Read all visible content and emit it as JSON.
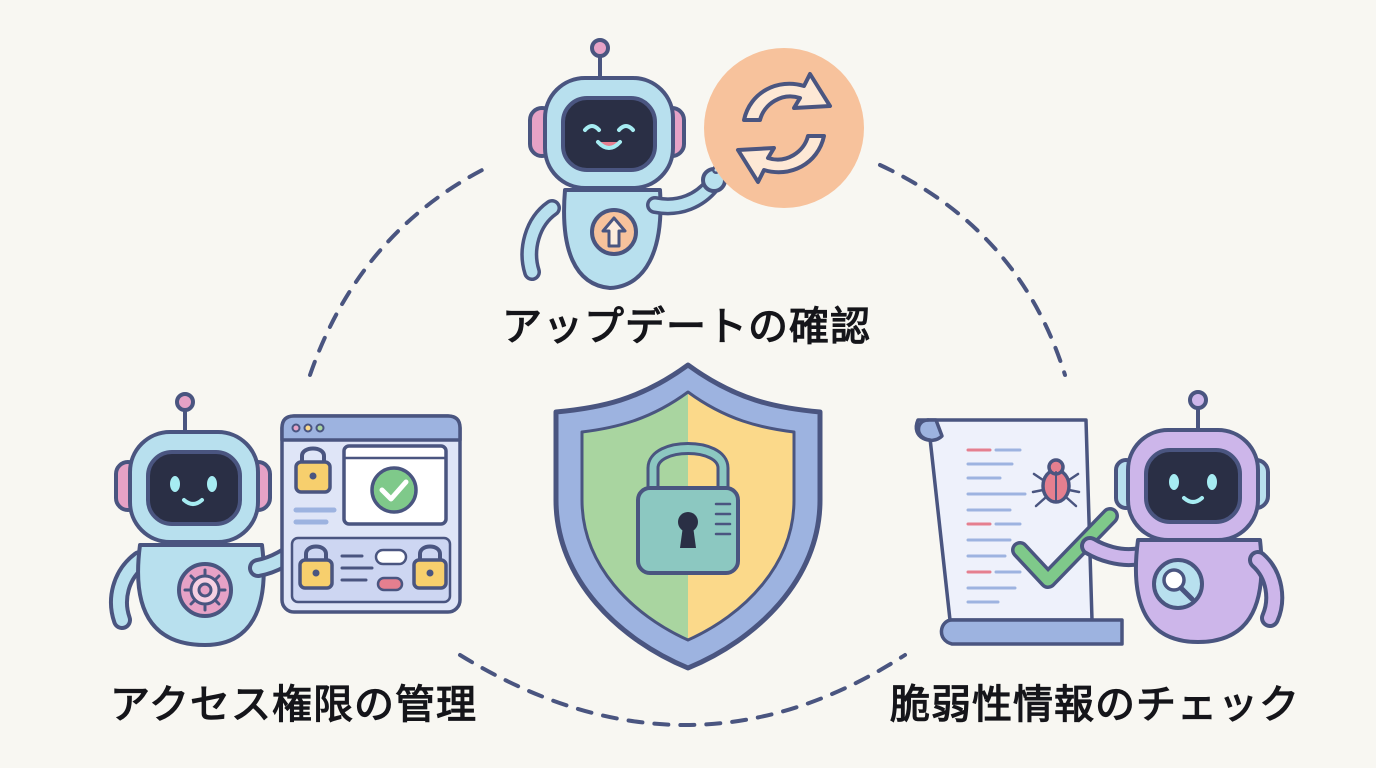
{
  "labels": {
    "top": "アップデートの確認",
    "left": "アクセス権限の管理",
    "right": "脆弱性情報のチェック"
  },
  "colors": {
    "background": "#f8f7f2",
    "outline": "#4a5580",
    "robot_blue": "#b8e0ee",
    "robot_purple": "#cdb6ea",
    "screen": "#2a2f45",
    "ear_pink": "#e6a2c6",
    "orange": "#f7c29c",
    "green": "#7fc98a",
    "shield_green": "#a9d5a0",
    "shield_yellow": "#fbd98a",
    "lock_teal": "#8cc8c1",
    "lock_yellow": "#f7cf6d"
  },
  "icons": {
    "center": "shield-lock-icon",
    "top": "refresh-icon",
    "left": "window-checkmark-icon",
    "right": "document-bug-icon"
  }
}
